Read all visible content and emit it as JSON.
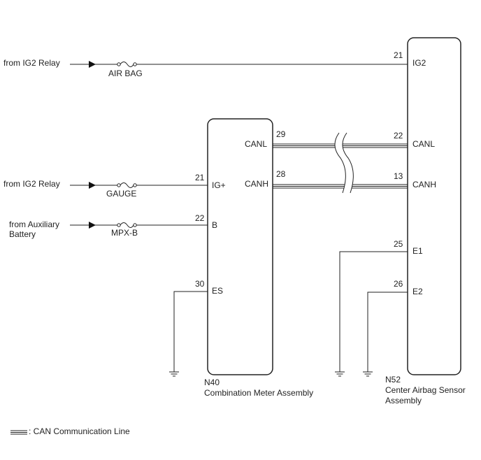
{
  "sources": {
    "ig2_top": "from IG2 Relay",
    "ig2_mid": "from IG2 Relay",
    "aux_line1": "from Auxiliary",
    "aux_line2": "Battery"
  },
  "fuses": {
    "airbag": "AIR BAG",
    "gauge": "GAUGE",
    "mpxb": "MPX-B"
  },
  "meter": {
    "code": "N40",
    "name": "Combination Meter Assembly",
    "pins": {
      "ig_num": "21",
      "ig_label": "IG+",
      "b_num": "22",
      "b_label": "B",
      "es_num": "30",
      "es_label": "ES",
      "canl_num": "29",
      "canl_label": "CANL",
      "canh_num": "28",
      "canh_label": "CANH"
    }
  },
  "airbag_sensor": {
    "code": "N52",
    "name_line1": "Center Airbag Sensor",
    "name_line2": "Assembly",
    "pins": {
      "ig2_num": "21",
      "ig2_label": "IG2",
      "canl_num": "22",
      "canl_label": "CANL",
      "canh_num": "13",
      "canh_label": "CANH",
      "e1_num": "25",
      "e1_label": "E1",
      "e2_num": "26",
      "e2_label": "E2"
    }
  },
  "legend": {
    "label": ": CAN Communication Line"
  }
}
